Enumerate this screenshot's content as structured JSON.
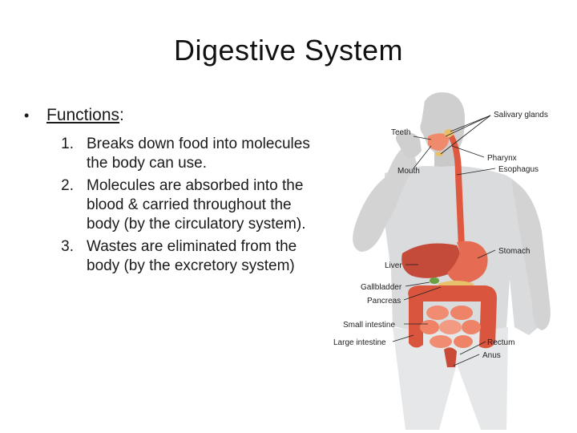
{
  "slide": {
    "title": "Digestive System",
    "bullet": {
      "term": "Functions",
      "colon": ":"
    },
    "items": [
      {
        "num": "1.",
        "text": "Breaks down food into molecules the body can use."
      },
      {
        "num": "2.",
        "text": "Molecules are absorbed into the blood & carried throughout the body (by the circulatory system)."
      },
      {
        "num": "3.",
        "text": "Wastes are eliminated from the body (by the excretory system)"
      }
    ]
  },
  "figure": {
    "labels": {
      "salivary_glands": "Salivary glands",
      "teeth": "Teeth",
      "mouth": "Mouth",
      "pharynx": "Pharynx",
      "esophagus": "Esophagus",
      "stomach": "Stomach",
      "liver": "Liver",
      "gallbladder": "Gallbladder",
      "pancreas": "Pancreas",
      "small_intestine": "Small intestine",
      "large_intestine": "Large intestine",
      "rectum": "Rectum",
      "anus": "Anus"
    },
    "colors": {
      "shirt": "#d6d8da",
      "skin": "#c7c7c7",
      "organ_red": "#e0583f",
      "organ_light": "#ee8a72",
      "liver": "#c44a3a",
      "gallbladder": "#6aa040",
      "pancreas": "#e9c06a"
    }
  }
}
